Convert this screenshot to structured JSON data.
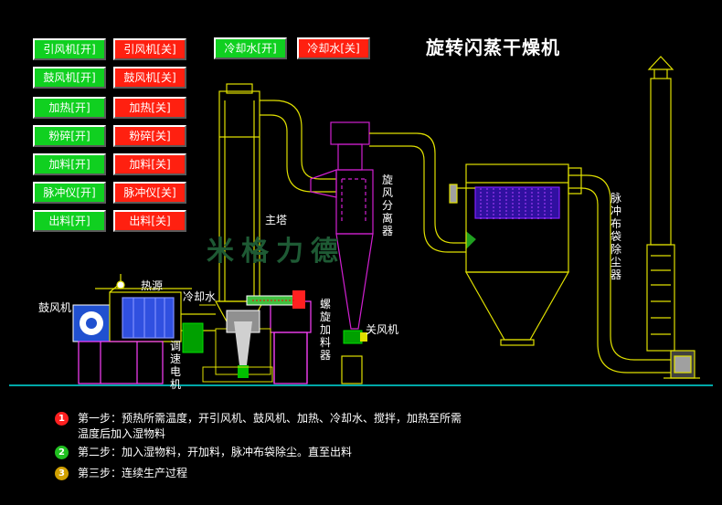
{
  "title": "旋转闪蒸干燥机",
  "buttons": [
    {
      "on": "引风机[开]",
      "off": "引风机[关]"
    },
    {
      "on": "鼓风机[开]",
      "off": "鼓风机[关]"
    },
    {
      "on": "加热[开]",
      "off": "加热[关]"
    },
    {
      "on": "粉碎[开]",
      "off": "粉碎[关]"
    },
    {
      "on": "加料[开]",
      "off": "加料[关]"
    },
    {
      "on": "脉冲仪[开]",
      "off": "脉冲仪[关]"
    },
    {
      "on": "出料[开]",
      "off": "出料[关]"
    }
  ],
  "cooling": {
    "on": "冷却水[开]",
    "off": "冷却水[关]"
  },
  "labels": {
    "main_tower": "主塔",
    "cyclone": "旋风分离器",
    "baghouse": "脉冲布袋除尘器",
    "blower": "鼓风机",
    "heat_source": "热源",
    "cooling_water": "冷却水",
    "speed_motor": "调速电机",
    "screw_feeder": "螺旋加料器",
    "air_lock": "关风机"
  },
  "watermark": "米格力德",
  "steps": [
    {
      "num": "1",
      "color": "#ff2020",
      "text": "第一步：预热所需温度，开引风机、鼓风机、加热、冷却水、搅拌，加热至所需温度后加入湿物料"
    },
    {
      "num": "2",
      "color": "#20c020",
      "text": "第二步：加入湿物料，开加料，脉冲布袋除尘。直至出料"
    },
    {
      "num": "3",
      "color": "#d0a000",
      "text": "第三步：连续生产过程"
    }
  ],
  "colors": {
    "on": "#10d020",
    "off": "#ff2010",
    "pipe": "#e0e000",
    "tower": "#e0e000",
    "cyclone": "#d020d0",
    "bag_filter": "#8020ff",
    "frame": "#ff40ff",
    "floor": "#00e0e0",
    "motor": "#00c000",
    "blower": "#4080ff"
  }
}
